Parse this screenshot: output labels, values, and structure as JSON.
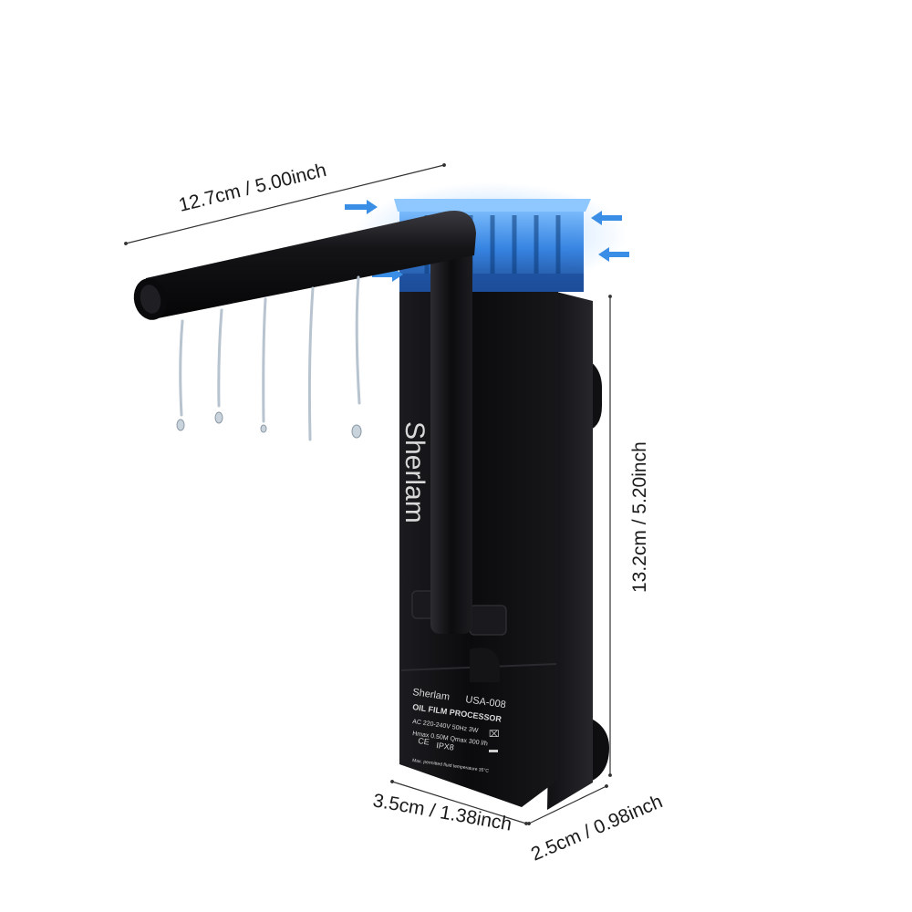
{
  "product": {
    "brand": "Sherlam",
    "label_brand": "Sherlam",
    "model": "USA-008",
    "product_name": "OIL FILM PROCESSOR",
    "spec_power": "AC 220-240V 50Hz 3W",
    "spec_flow": "Hmax 0.50M Qmax 300 l/h",
    "rating": "IPX8",
    "spec_temp": "Max. permitted fluid temperature 35°C"
  },
  "dimensions": {
    "width": "12.7cm / 5.00inch",
    "height": "13.2cm / 5.20inch",
    "depth_front": "3.5cm / 1.38inch",
    "depth_side": "2.5cm / 0.98inch"
  },
  "colors": {
    "body": "#0d0d0f",
    "intake_blue": "#2f7fe0",
    "water": "#c9d3dc",
    "arrow_blue": "#3b8ee6"
  }
}
